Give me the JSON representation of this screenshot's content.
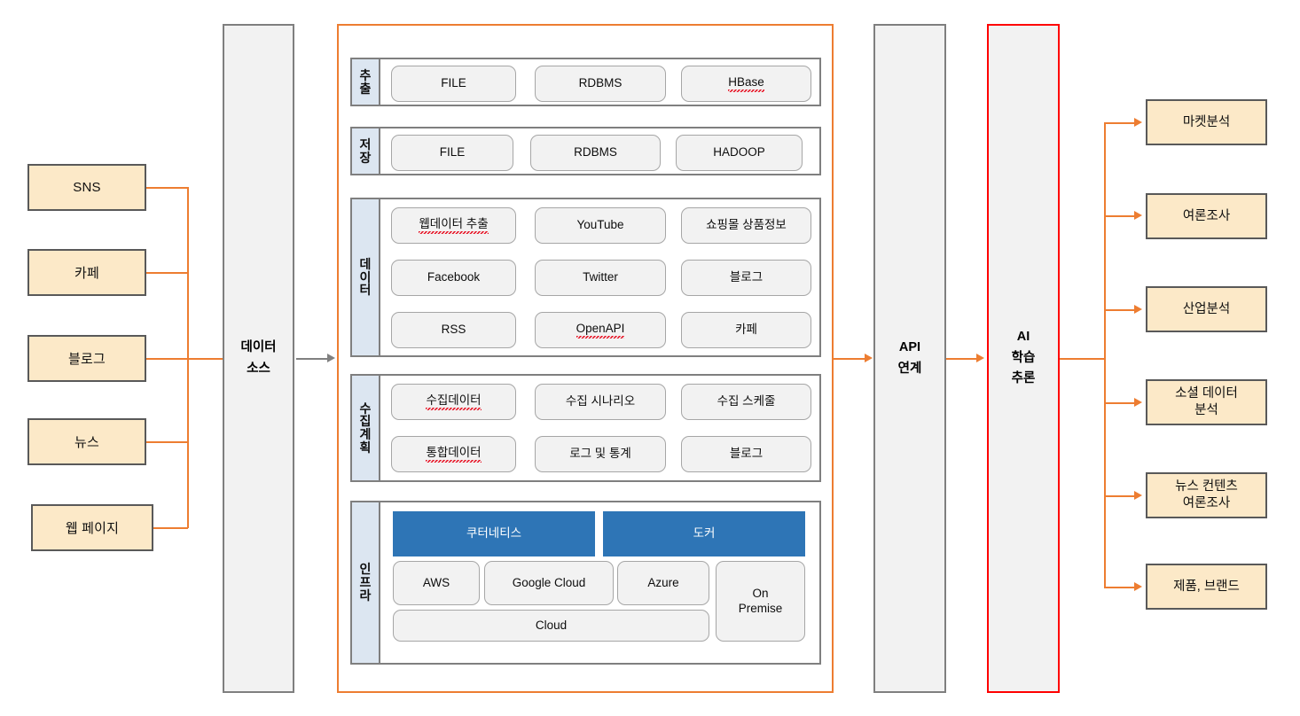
{
  "sources": {
    "items": [
      {
        "label": "SNS"
      },
      {
        "label": "카페"
      },
      {
        "label": "블로그"
      },
      {
        "label": "뉴스"
      },
      {
        "label": "웹 페이지"
      }
    ]
  },
  "data_source_pillar": {
    "line1": "데이터",
    "line2": "소스"
  },
  "platform": {
    "sections": [
      {
        "label": "추출",
        "rows": [
          [
            {
              "text": "FILE"
            },
            {
              "text": "RDBMS"
            },
            {
              "text": "HBase",
              "misspelled": true
            }
          ]
        ]
      },
      {
        "label": "저장",
        "rows": [
          [
            {
              "text": "FILE"
            },
            {
              "text": "RDBMS"
            },
            {
              "text": "HADOOP"
            }
          ]
        ]
      },
      {
        "label": "데이터",
        "rows": [
          [
            {
              "text": "웹데이터 추출",
              "misspelled": true
            },
            {
              "text": "YouTube"
            },
            {
              "text": "쇼핑몰 상품정보"
            }
          ],
          [
            {
              "text": "Facebook"
            },
            {
              "text": "Twitter"
            },
            {
              "text": "블로그"
            }
          ],
          [
            {
              "text": "RSS"
            },
            {
              "text": "OpenAPI",
              "misspelled": true
            },
            {
              "text": "카페"
            }
          ]
        ]
      },
      {
        "label": "수집계획",
        "rows": [
          [
            {
              "text": "수집데이터",
              "misspelled": true
            },
            {
              "text": "수집 시나리오"
            },
            {
              "text": "수집 스케줄"
            }
          ],
          [
            {
              "text": "통합데이터",
              "misspelled": true
            },
            {
              "text": "로그 및 통계"
            },
            {
              "text": "블로그"
            }
          ]
        ]
      },
      {
        "label": "인프라",
        "containers": [
          {
            "text": "쿠터네티스"
          },
          {
            "text": "도커"
          }
        ],
        "clouds": [
          {
            "text": "AWS"
          },
          {
            "text": "Google Cloud"
          },
          {
            "text": "Azure"
          }
        ],
        "cloud_span": {
          "text": "Cloud"
        },
        "on_premise": {
          "line1": "On",
          "line2": "Premise"
        }
      }
    ]
  },
  "api_pillar": {
    "line1": "API",
    "line2": "연계"
  },
  "ai_pillar": {
    "line1": "AI",
    "line2": "학습",
    "line3": "추론"
  },
  "results": {
    "items": [
      {
        "line1": "마켓분석"
      },
      {
        "line1": "여론조사"
      },
      {
        "line1": "산업분석"
      },
      {
        "line1": "소셜 데이터",
        "line2": "분석"
      },
      {
        "line1": "뉴스 컨텐츠",
        "line2": "여론조사"
      },
      {
        "line1": "제품, 브랜드"
      }
    ]
  },
  "colors": {
    "accent_orange": "#ED7D31",
    "cream": "#FCE9C8",
    "box_border": "#595959",
    "pillar_fill": "#F2F2F2",
    "pillar_border": "#7F7F7F",
    "label_blue": "#DCE6F1",
    "container_blue": "#2E75B6",
    "ai_border": "#FF0000",
    "chip_fill": "#F2F2F2",
    "chip_border": "#A6A6A6",
    "gray_arrow": "#808080"
  }
}
